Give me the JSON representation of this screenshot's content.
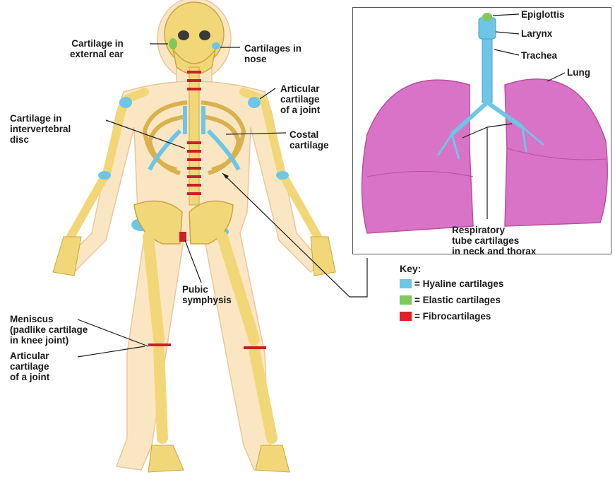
{
  "figure": {
    "labels": {
      "ear": "Cartilage in\nexternal ear",
      "nose": "Cartilages in\nnose",
      "articular_upper": "Articular\ncartilage\nof a joint",
      "intervertebral": "Cartilage in\nintervertebral\ndisc",
      "costal": "Costal\ncartilage",
      "pubic": "Pubic\nsymphysis",
      "meniscus": "Meniscus\n(padlike cartilage\nin knee joint)",
      "articular_lower": "Articular\ncartilage\nof a joint",
      "epiglottis": "Epiglottis",
      "larynx": "Larynx",
      "trachea": "Trachea",
      "lung": "Lung",
      "respiratory": "Respiratory\ntube cartilages\nin neck and thorax"
    },
    "key": {
      "title": "Key:",
      "items": [
        {
          "label": "= Hyaline cartilages",
          "color": "#6ec6e6"
        },
        {
          "label": "= Elastic cartilages",
          "color": "#7ec95a"
        },
        {
          "label": "= Fibrocartilages",
          "color": "#e0202a"
        }
      ]
    },
    "colors": {
      "bone": "#f2d778",
      "bone_outline": "#c9a640",
      "skin": "#fbe6c4",
      "hyaline": "#6ec6e6",
      "elastic": "#7ec95a",
      "fibro": "#c8202a",
      "lung": "#d873c8",
      "lung_dark": "#b9509f"
    }
  }
}
